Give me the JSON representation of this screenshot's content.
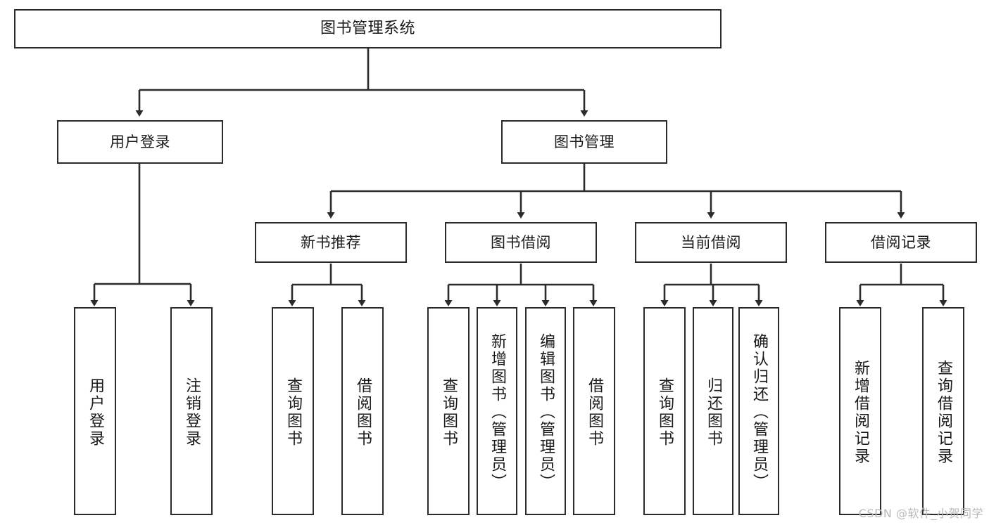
{
  "diagram": {
    "title": "图书管理系统",
    "type": "function-tree",
    "root": {
      "id": "root",
      "label": "图书管理系统"
    },
    "level2": [
      {
        "id": "user-login",
        "label": "用户登录"
      },
      {
        "id": "book-management",
        "label": "图书管理"
      }
    ],
    "level3": [
      {
        "id": "new-book-recommend",
        "label": "新书推荐"
      },
      {
        "id": "book-borrow",
        "label": "图书借阅"
      },
      {
        "id": "current-borrow",
        "label": "当前借阅"
      },
      {
        "id": "borrow-record",
        "label": "借阅记录"
      }
    ],
    "leaves": {
      "user_login": [
        {
          "id": "leaf-user-login",
          "label": "用户登录"
        },
        {
          "id": "leaf-logout-login",
          "label": "注销登录"
        }
      ],
      "new_book_recommend": [
        {
          "id": "leaf-query-book-1",
          "label": "查询图书"
        },
        {
          "id": "leaf-borrow-book-1",
          "label": "借阅图书"
        }
      ],
      "book_borrow": [
        {
          "id": "leaf-query-book-2",
          "label": "查询图书"
        },
        {
          "id": "leaf-add-book",
          "label": "新增图书（管理员）"
        },
        {
          "id": "leaf-edit-book",
          "label": "编辑图书（管理员）"
        },
        {
          "id": "leaf-borrow-book-2",
          "label": "借阅图书"
        }
      ],
      "current_borrow": [
        {
          "id": "leaf-query-book-3",
          "label": "查询图书"
        },
        {
          "id": "leaf-return-book",
          "label": "归还图书"
        },
        {
          "id": "leaf-confirm-return",
          "label": "确认归还（管理员）"
        }
      ],
      "borrow_record": [
        {
          "id": "leaf-add-borrow-record",
          "label": "新增借阅记录"
        },
        {
          "id": "leaf-query-borrow-record",
          "label": "查询借阅记录"
        }
      ]
    },
    "colors": {
      "border": "#2b2b2b",
      "text": "#1a1a1a",
      "background": "#ffffff",
      "watermark": "#b9b9b9"
    }
  },
  "watermark": {
    "text": "CSDN @软件_小贺同学"
  }
}
